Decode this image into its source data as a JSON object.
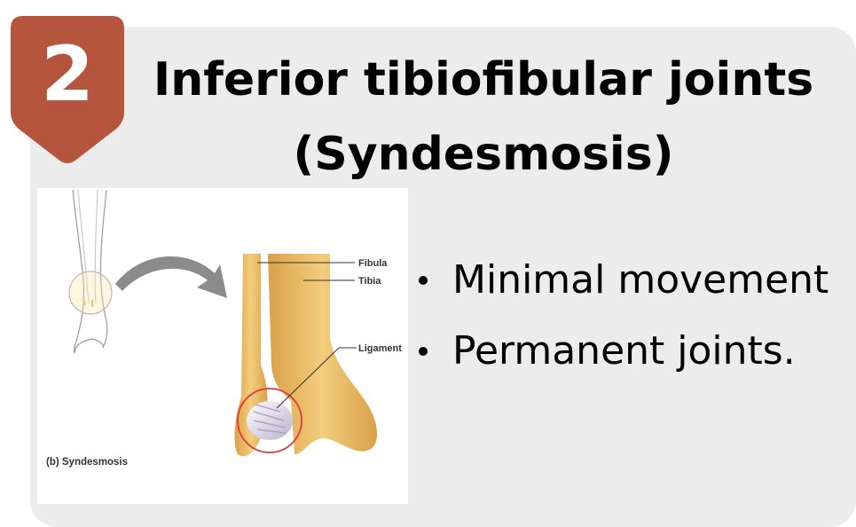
{
  "badge": {
    "number": "2",
    "color": "#b5553e"
  },
  "title": {
    "line1": "Inferior tibiofibular joints",
    "line2": "(Syndesmosis)"
  },
  "illustration": {
    "labels": {
      "fibula": "Fibula",
      "tibia": "Tibia",
      "ligament": "Ligament",
      "caption": "(b) Syndesmosis"
    },
    "bone_color": "#e7b65c",
    "highlight_color": "#e03a3a"
  },
  "bullets": [
    "Minimal movement",
    "Permanent joints."
  ]
}
